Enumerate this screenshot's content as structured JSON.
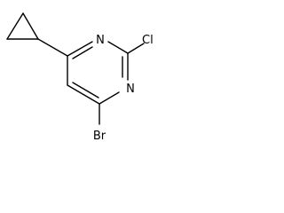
{
  "molecule": {
    "atoms": {
      "n_top": "N",
      "n_right": "N",
      "chlorine": "Cl",
      "bromine": "Br"
    }
  }
}
